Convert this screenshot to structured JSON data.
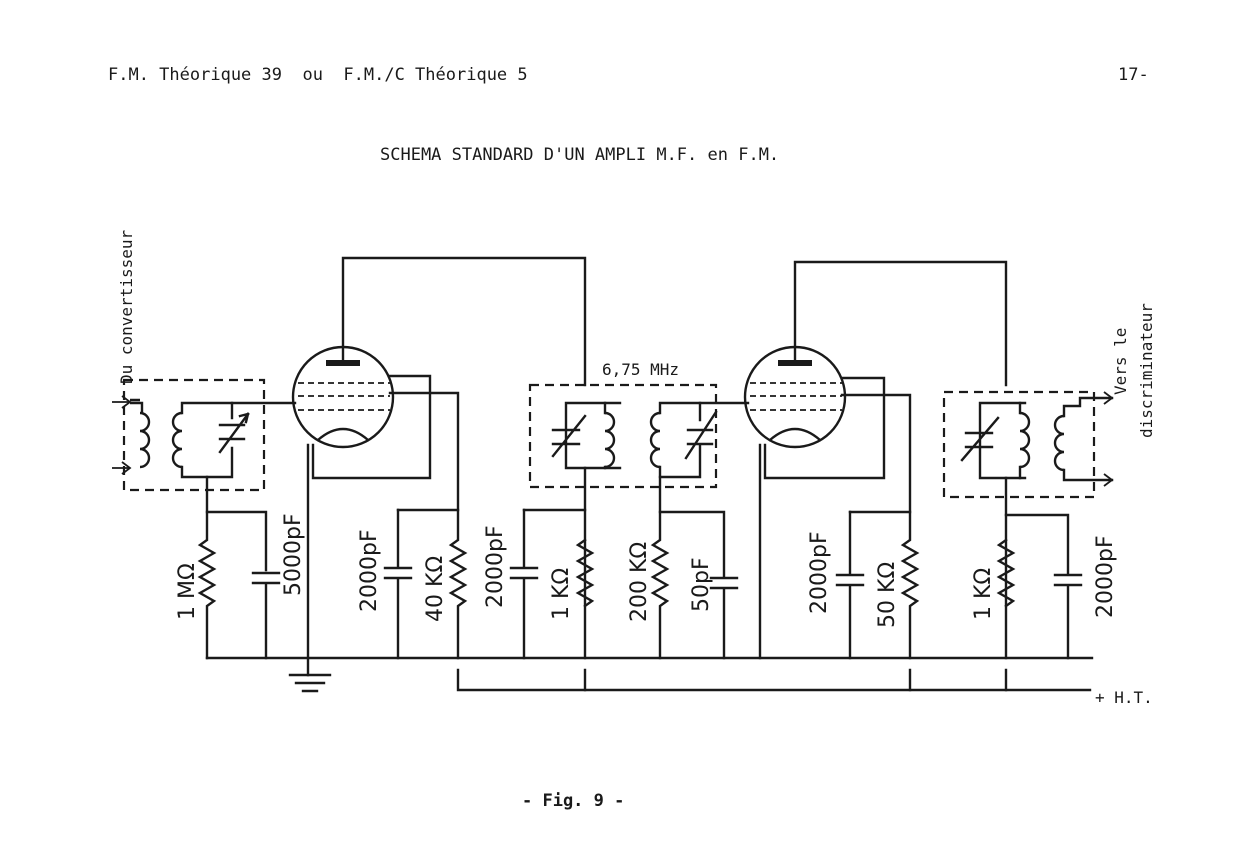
{
  "header": {
    "left": "F.M. Théorique 39  ou  F.M./C Théorique 5",
    "page_number": "17-"
  },
  "title": "SCHEMA STANDARD D'UN AMPLI M.F. en F.M.",
  "labels": {
    "input": "Du convertisseur",
    "output_line1": "Vers le",
    "output_line2": "discriminateur",
    "frequency": "6,75 MHz",
    "ht": "+ H.T."
  },
  "components": {
    "r1": "1 MΩ",
    "c1": "5000pF",
    "c2": "2000pF",
    "r2": "40 KΩ",
    "c3": "2000pF",
    "r3": "1 KΩ",
    "r4": "200 KΩ",
    "c4": "50pF",
    "c5": "2000pF",
    "r5": "50 KΩ",
    "r6": "1 KΩ",
    "c6": "2000pF"
  },
  "caption": "- Fig. 9 -"
}
